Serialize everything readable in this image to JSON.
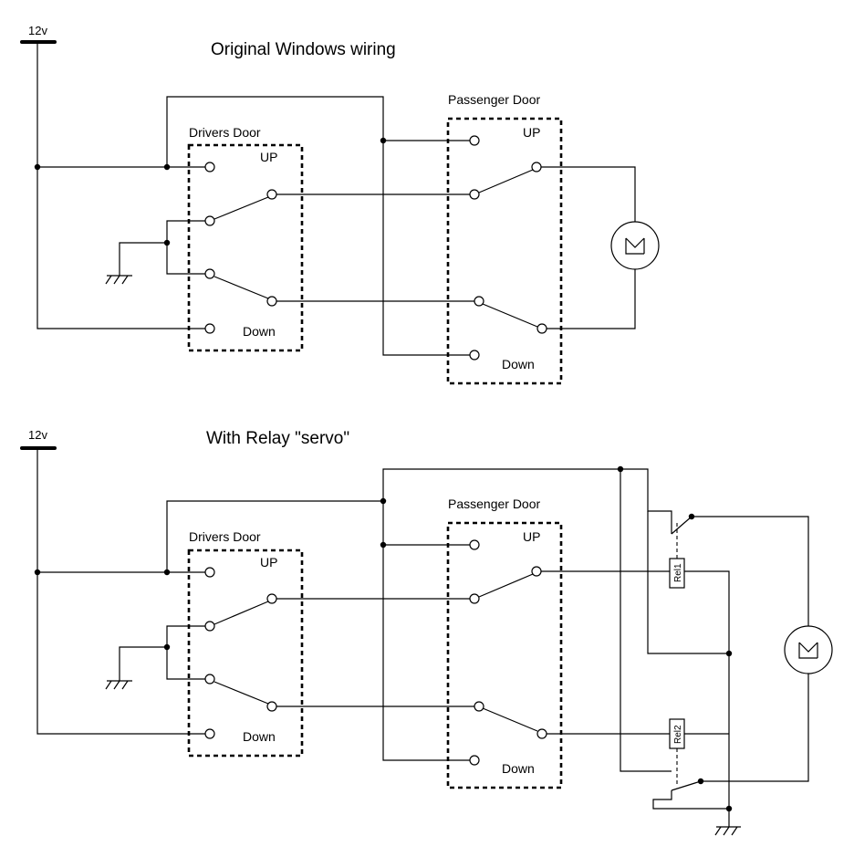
{
  "top_diagram": {
    "title": "Original Windows wiring",
    "supply_label": "12v",
    "drivers_door": {
      "label": "Drivers Door",
      "up": "UP",
      "down": "Down"
    },
    "passenger_door": {
      "label": "Passenger Door",
      "up": "UP",
      "down": "Down"
    },
    "motor_icon": "motor-icon",
    "ground_icon": "ground-icon"
  },
  "bottom_diagram": {
    "title": "With Relay \"servo\"",
    "supply_label": "12v",
    "drivers_door": {
      "label": "Drivers Door",
      "up": "UP",
      "down": "Down"
    },
    "passenger_door": {
      "label": "Passenger Door",
      "up": "UP",
      "down": "Down"
    },
    "relay1_label": "Rel1",
    "relay2_label": "Rel2",
    "motor_icon": "motor-icon",
    "ground_icon": "ground-icon"
  }
}
